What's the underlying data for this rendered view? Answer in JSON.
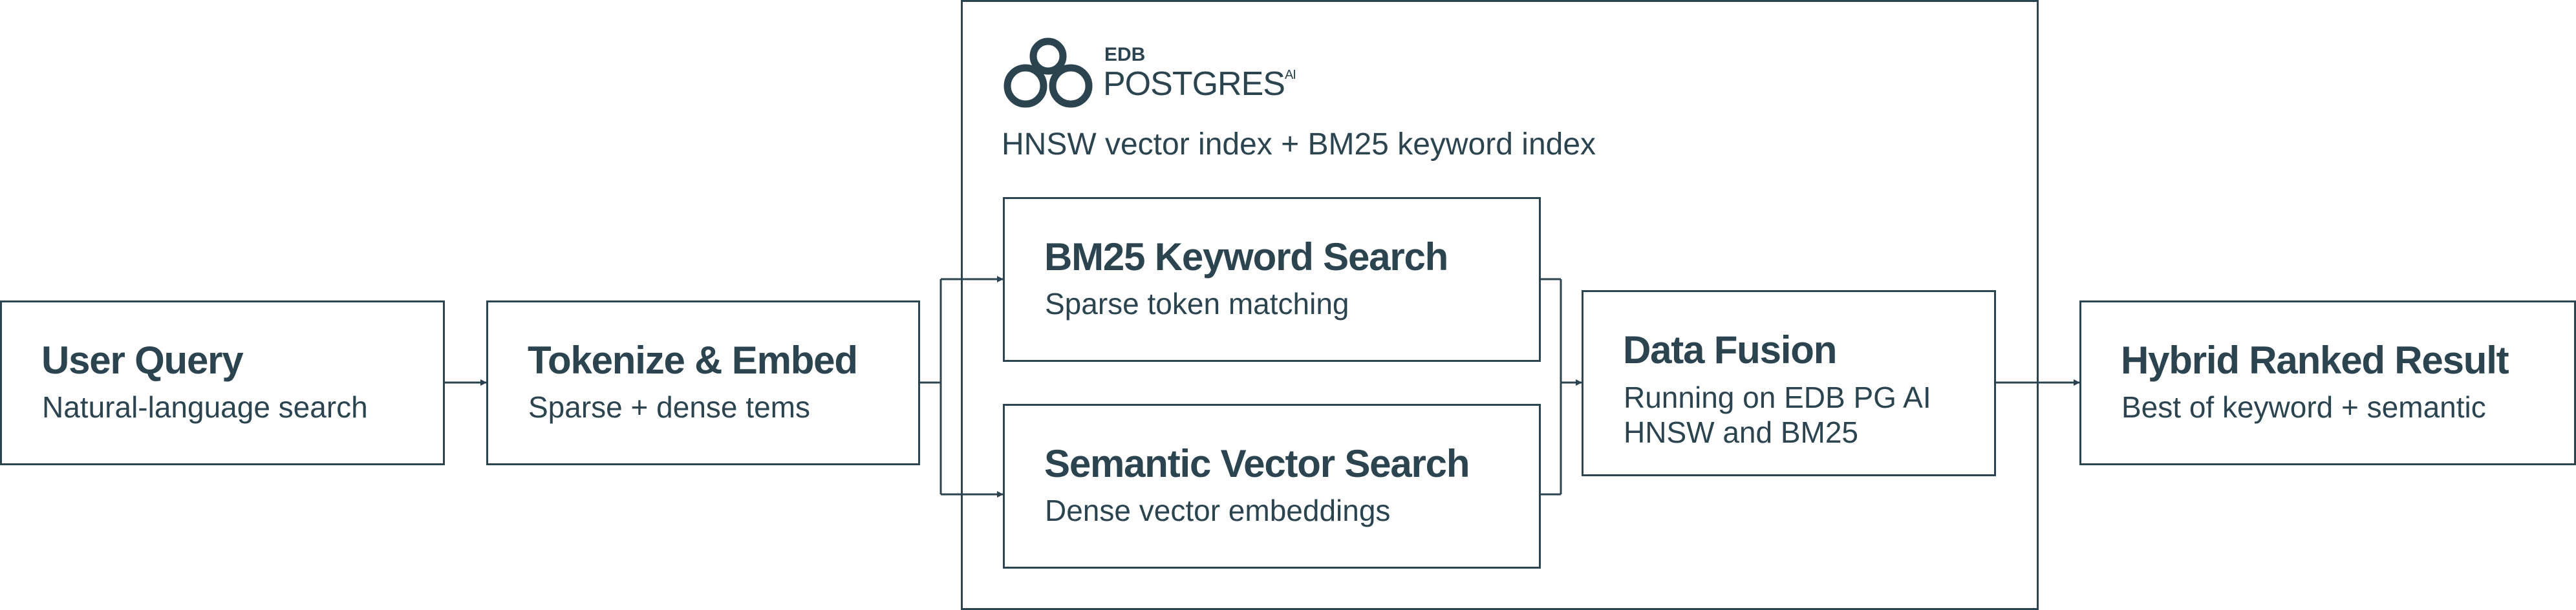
{
  "colors": {
    "ink": "#2b4450",
    "background": "#ffffff"
  },
  "logo": {
    "icon": "edb-infinity-logo-icon",
    "brand": "EDB",
    "product": "POSTGRES",
    "suffix": "AI"
  },
  "index_label": "HNSW vector index + BM25 keyword index",
  "steps": {
    "user_query": {
      "title": "User Query",
      "subtitle": "Natural-language search"
    },
    "tokenize": {
      "title": "Tokenize & Embed",
      "subtitle": "Sparse + dense tems"
    },
    "bm25": {
      "title": "BM25 Keyword Search",
      "subtitle": "Sparse token matching"
    },
    "semantic": {
      "title": "Semantic Vector Search",
      "subtitle": "Dense vector embeddings"
    },
    "fusion": {
      "title": "Data Fusion",
      "subtitle_line1": "Running on EDB PG AI",
      "subtitle_line2": "HNSW and BM25"
    },
    "result": {
      "title": "Hybrid Ranked Result",
      "subtitle": "Best of keyword + semantic"
    }
  }
}
